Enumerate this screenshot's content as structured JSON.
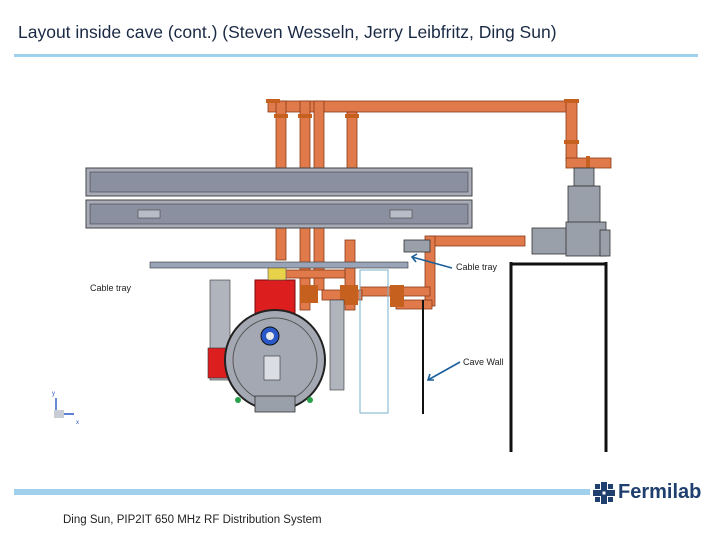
{
  "slide": {
    "title": "Layout  inside cave (cont.) (Steven Wesseln, Jerry Leibfritz, Ding Sun)",
    "footer": "Ding Sun, PIP2IT 650 MHz RF Distribution System"
  },
  "annotations": {
    "cable_tray_right": "Cable tray",
    "cable_tray_left": "Cable tray",
    "cave_wall": "Cave Wall"
  },
  "axis_triad": {
    "y": "y",
    "x": "x"
  },
  "logo": {
    "name": "Fermilab",
    "icon": "fermilab-logo-icon"
  },
  "colors": {
    "title_text": "#1a2a44",
    "accent_rule": "#9fd0ec",
    "pipe": "#e07a4a",
    "cryostat": "#dc1e1e",
    "tray": "#9aa4b8",
    "logo": "#1f3f6e"
  }
}
